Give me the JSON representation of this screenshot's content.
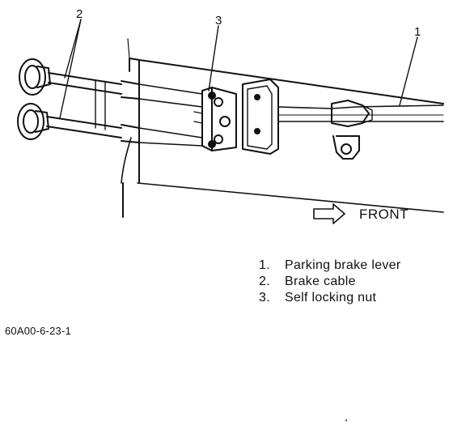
{
  "callouts": [
    "2",
    "3",
    "1"
  ],
  "direction_label": "FRONT",
  "direction_icon": "hollow-right-arrow-icon",
  "legend": [
    {
      "num": "1.",
      "label": "Parking brake lever"
    },
    {
      "num": "2.",
      "label": "Brake cable"
    },
    {
      "num": "3.",
      "label": "Self locking nut"
    }
  ],
  "figure_code": "60A00-6-23-1"
}
